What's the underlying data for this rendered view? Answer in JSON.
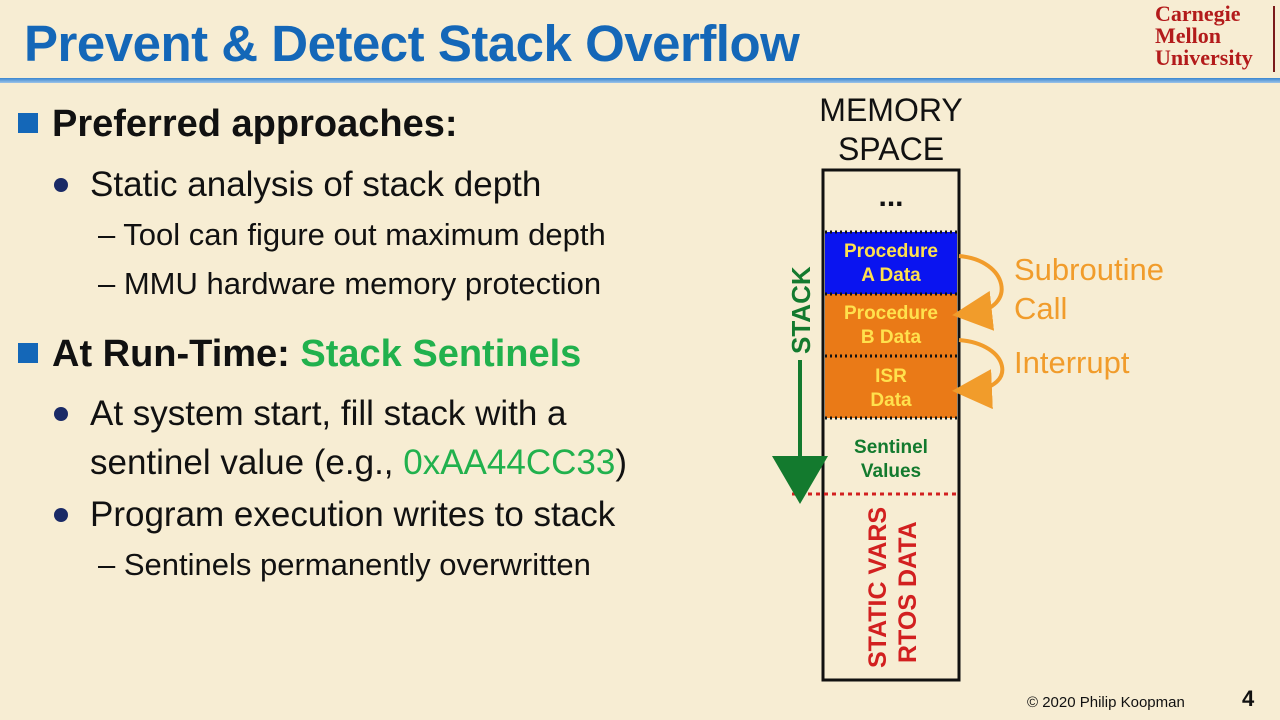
{
  "slide": {
    "title": "Prevent & Detect Stack Overflow",
    "logo": [
      "Carnegie",
      "Mellon",
      "University"
    ],
    "copyright": "© 2020 Philip Koopman",
    "page_number": "4"
  },
  "content": {
    "section1": {
      "heading": "Preferred approaches:",
      "bullet1": "Static analysis of stack depth",
      "sub1": "– Tool can figure out maximum depth",
      "sub2": "– MMU hardware memory protection"
    },
    "section2": {
      "heading_prefix": "At Run-Time: ",
      "heading_highlight": "Stack Sentinels",
      "bullet1_line1": "At system start, fill stack with a",
      "bullet1_line2_prefix": "sentinel value (e.g., ",
      "bullet1_value": "0xAA44CC33",
      "bullet1_line2_suffix": ")",
      "bullet2": "Program execution writes to stack",
      "sub1": "– Sentinels permanently overwritten"
    }
  },
  "diagram": {
    "header_line1": "MEMORY",
    "header_line2": "SPACE",
    "ellipsis": "...",
    "proc_a": [
      "Procedure",
      "A Data"
    ],
    "proc_b": [
      "Procedure",
      "B Data"
    ],
    "isr": [
      "ISR",
      "Data"
    ],
    "sentinel": [
      "Sentinel",
      "Values"
    ],
    "static_vars": [
      "STATIC VARS",
      "RTOS DATA"
    ],
    "stack_label": "STACK",
    "subroutine_call": [
      "Subroutine",
      "Call"
    ],
    "interrupt": "Interrupt",
    "colors": {
      "proc_a_fill": "#0a14f0",
      "orange_fill": "#ea7a17",
      "yellow_text": "#ffe14d",
      "green": "#137a2e",
      "red": "#d22020",
      "call_orange": "#f19c2b"
    }
  }
}
